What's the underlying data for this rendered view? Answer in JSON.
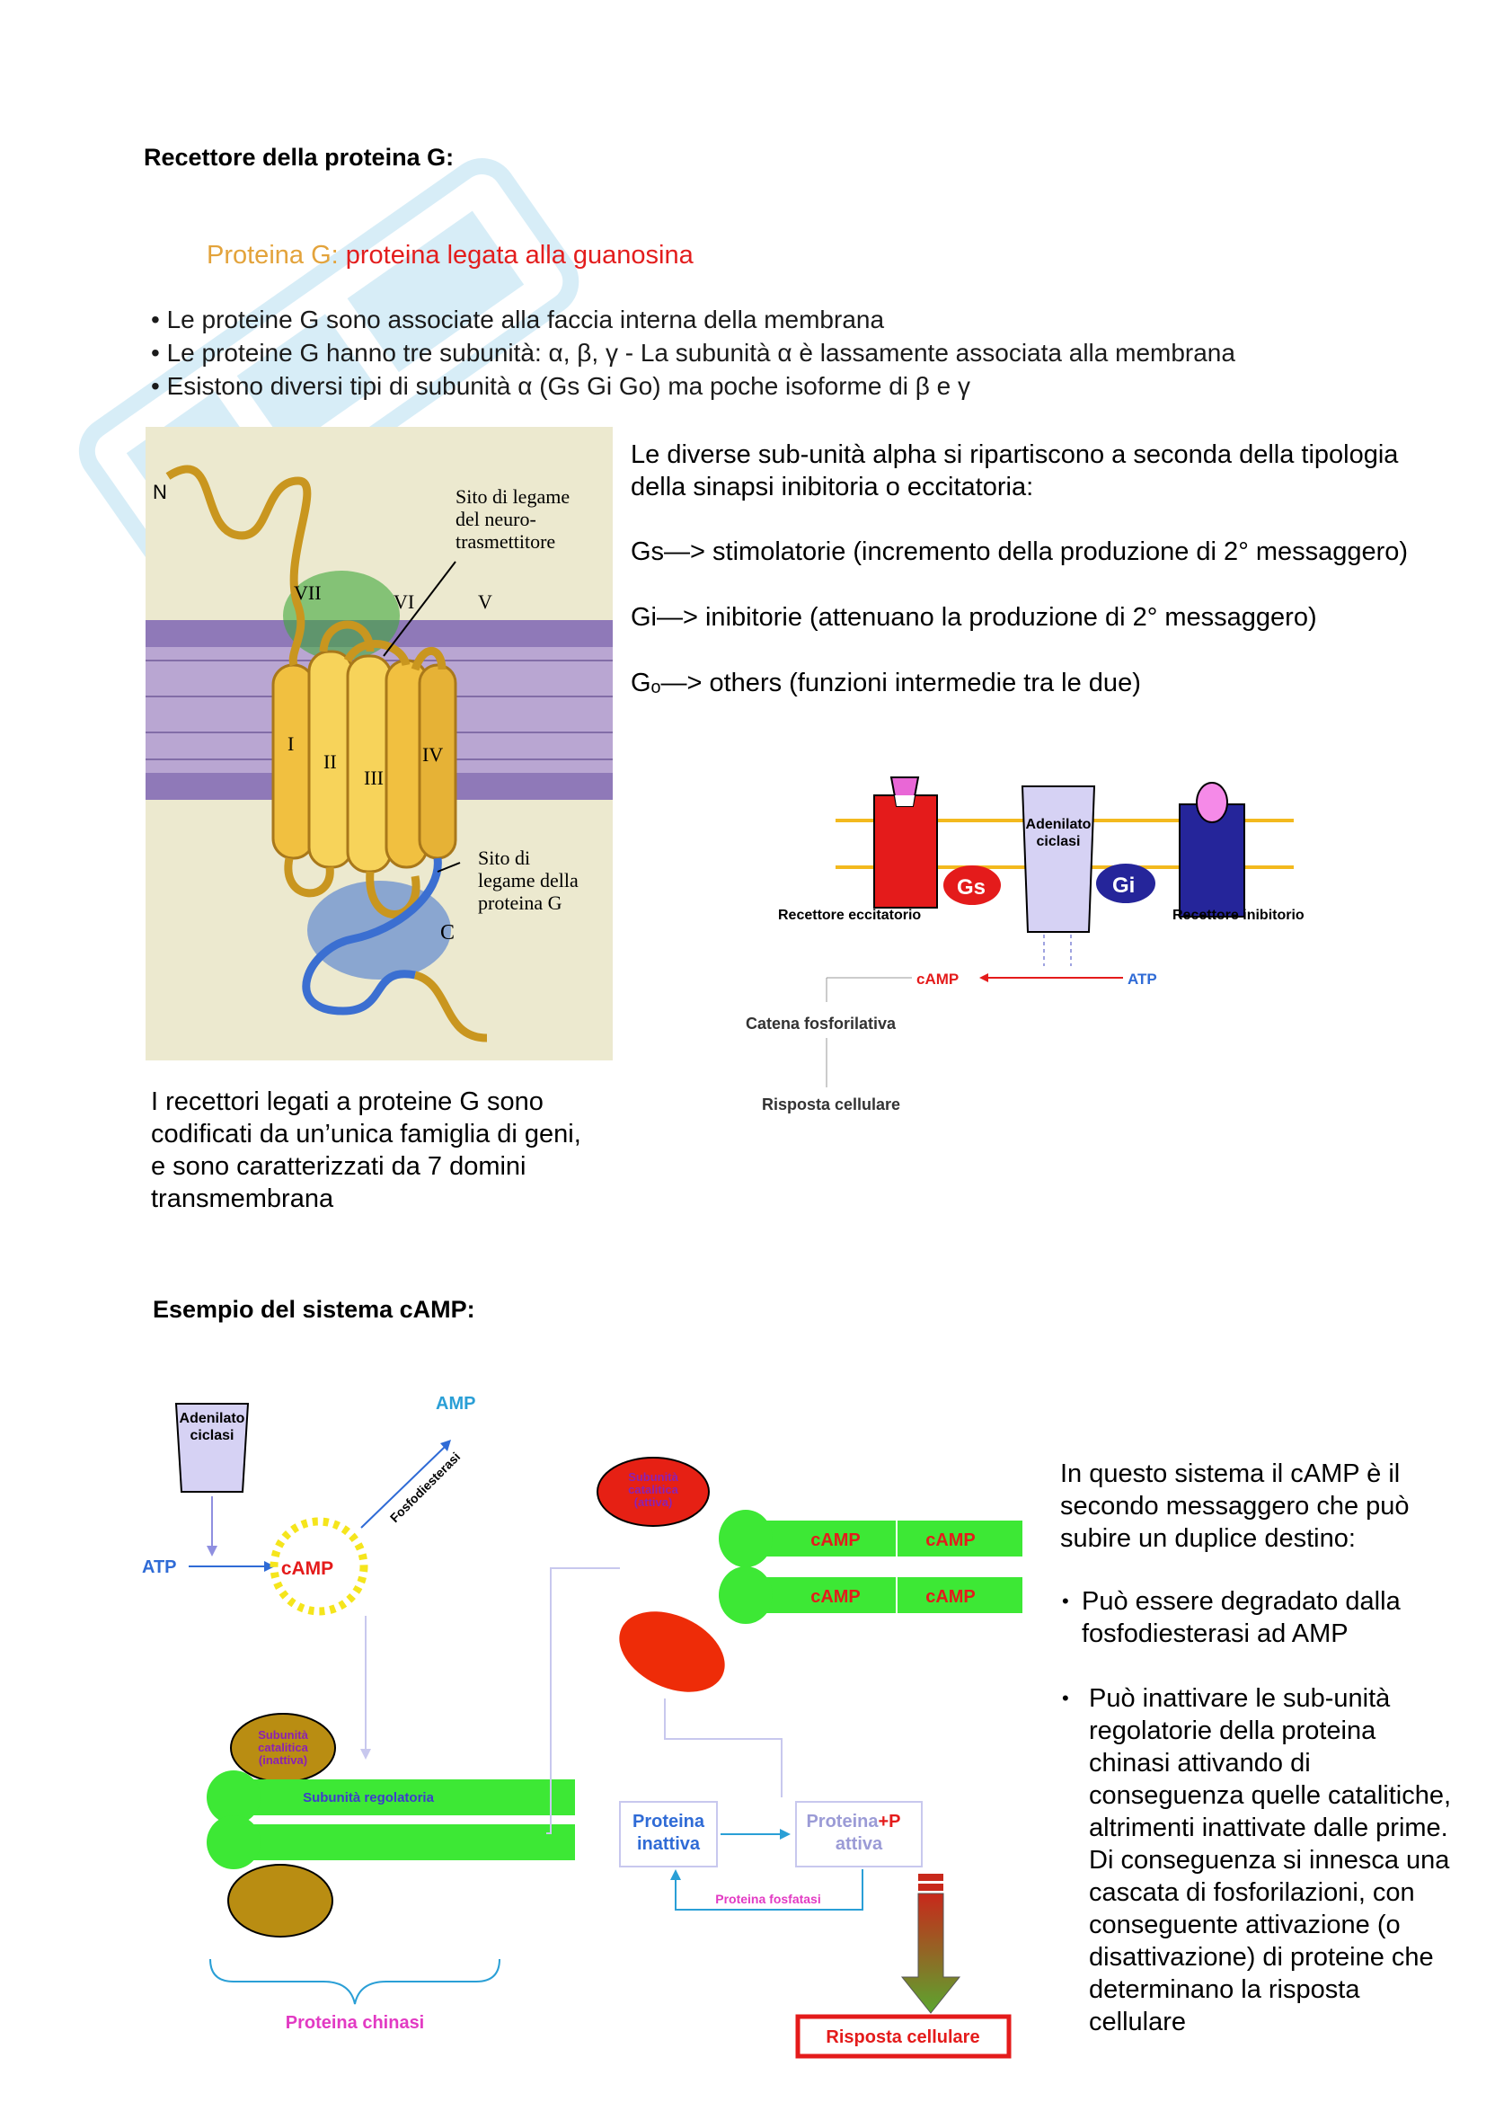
{
  "heading1": "Recettore della proteina G:",
  "slide": {
    "title_prefix": "Proteina G: ",
    "title_rest": "proteina legata alla guanosina",
    "bullets": [
      "• Le proteine G sono associate alla faccia interna della membrana",
      "• Le proteine G hanno tre subunità: α, β, γ - La subunità α è lassamente associata alla membrana",
      "• Esistono diversi tipi di subunità α (Gs Gi Go) ma poche isoforme di β e γ"
    ]
  },
  "receptor_fig": {
    "n": "N",
    "c": "C",
    "helices": [
      "I",
      "II",
      "III",
      "IV",
      "V",
      "VI",
      "VII"
    ],
    "site1": [
      "Sito di legame",
      "del neuro-",
      "trasmettitore"
    ],
    "site2": [
      "Sito di",
      "legame della",
      "proteina G"
    ]
  },
  "right_text": {
    "intro": [
      "Le diverse sub-unità alpha si ripartiscono a seconda della tipologia",
      "della sinapsi inibitoria o eccitatoria:"
    ],
    "gs": "Gs—> stimolatorie (incremento della produzione di 2° messaggero)",
    "gi": "Gi—> inibitorie (attenuano la produzione di 2° messaggero)",
    "go": "Gₒ—> others (funzioni intermedie tra le due)"
  },
  "mini_diagram": {
    "adenilato": [
      "Adenilato",
      "ciclasi"
    ],
    "gs": "Gs",
    "gi": "Gi",
    "rec_ecc": "Recettore eccitatorio",
    "rec_inib": "Recettore inibitorio",
    "camp": "cAMP",
    "atp": "ATP",
    "catena": "Catena fosforilativa",
    "risposta": "Risposta cellulare"
  },
  "left_caption": [
    "I recettori legati a proteine G sono",
    "codificati da un’unica famiglia di geni,",
    "e sono caratterizzati da 7 domini",
    "transmembrana"
  ],
  "heading2": "Esempio del sistema cAMP:",
  "camp_diagram": {
    "adenilato": [
      "Adenilato",
      "ciclasi"
    ],
    "amp": "AMP",
    "fosfodiesterasi": "Fosfodiesterasi",
    "atp": "ATP",
    "camp": "cAMP",
    "sub_cat_inattiva": [
      "Subunità",
      "catalitica",
      "(inattiva)"
    ],
    "sub_reg": "Subunità regolatoria",
    "sub_cat_attiva": [
      "Subunità",
      "catalitica",
      "(attiva)"
    ],
    "proteina_chinasi": "Proteina chinasi",
    "proteina_inattiva": [
      "Proteina",
      "inattiva"
    ],
    "proteina_p": "Proteina",
    "plus_p": "+P",
    "attiva": "attiva",
    "fosfatasi": "Proteina fosfatasi",
    "risposta": "Risposta cellulare"
  },
  "right_text2": {
    "intro": [
      "In questo sistema il cAMP è il",
      "secondo messaggero che può",
      "subire un duplice destino:"
    ],
    "b1": [
      "Può essere degradato dalla",
      "fosfodiesterasi ad AMP"
    ],
    "b2": [
      "Può inattivare le sub-unità",
      "regolatorie della proteina",
      "chinasi attivando di",
      "conseguenza quelle catalitiche,",
      "altrimenti inattivate dalle prime.",
      "Di conseguenza si innesca una",
      "cascata di fosforilazioni, con",
      "conseguente attivazione (o",
      "disattivazione) di proteine che",
      "determinano la risposta",
      "cellulare"
    ]
  }
}
